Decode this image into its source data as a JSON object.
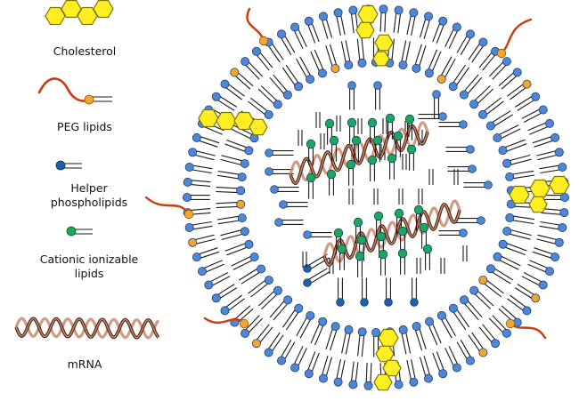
{
  "legend": {
    "cholesterol": "Cholesterol",
    "peg_line1": "PEG lipids",
    "helper_line1": "Helper",
    "helper_line2": "phospholipids",
    "cationic_line1": "Cationic ionizable",
    "cationic_line2": "lipids",
    "mrna": "mRNA"
  },
  "colors": {
    "cholesterol_fill": "#ffee22",
    "cholesterol_stroke": "#7a7400",
    "peg_tail": "#cc3a10",
    "peg_head": "#f2a72c",
    "helper_head": "#4f86d6",
    "helper_head_dark": "#1e5fa8",
    "cationic_head": "#1aa85a",
    "tail_line": "#1a1a1a",
    "mrna_light": "#c98a70",
    "mrna_dark": "#4a2416"
  },
  "icons": [
    "cholesterol-hexagon-icon",
    "peg-lipid-icon",
    "helper-phospholipid-icon",
    "cationic-lipid-icon",
    "mrna-helix-icon"
  ]
}
